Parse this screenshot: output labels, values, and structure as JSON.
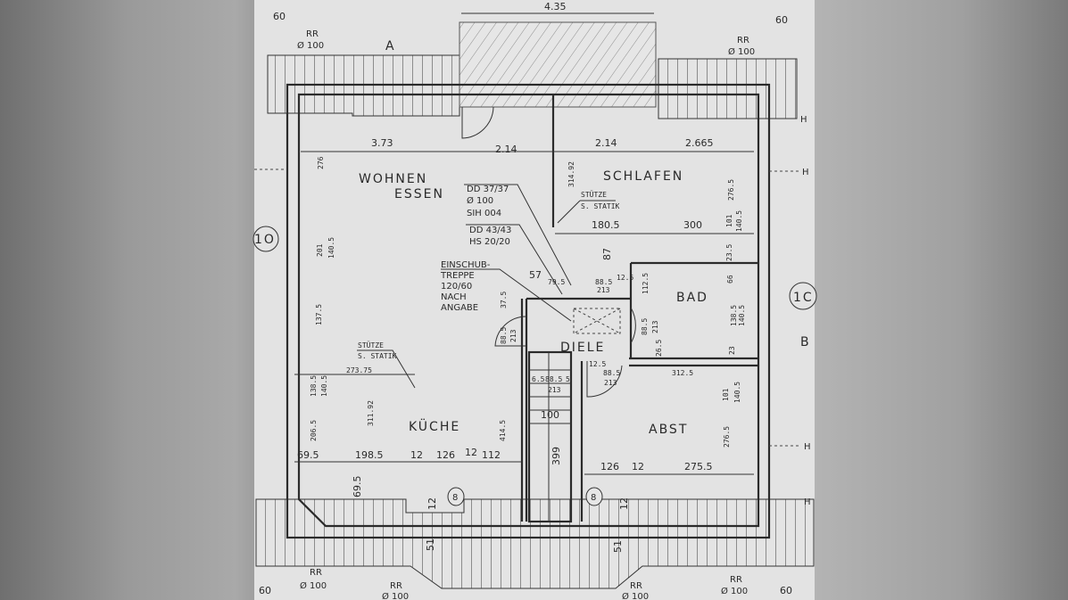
{
  "rooms": {
    "wohnen": "WOHNEN",
    "essen": "ESSEN",
    "schlafen": "SCHLAFEN",
    "bad": "BAD",
    "diele": "DIELE",
    "kueche": "KÜCHE",
    "abst": "ABST"
  },
  "gutters": {
    "rr": "RR",
    "dia": "Ø 100",
    "overhang": "60"
  },
  "balcony_width": "4.35",
  "section_marker": "A",
  "top_dims": [
    "3.73",
    "2.14",
    "2.14",
    "2.665"
  ],
  "notes": {
    "chimney1": [
      "DD 37/37",
      "Ø 100",
      "SIH 004"
    ],
    "chimney2": [
      "DD 43/43",
      "HS 20/20"
    ],
    "stair": [
      "EINSCHUB-",
      "TREPPE",
      "120/60",
      "NACH",
      "ANGABE"
    ],
    "support": [
      "STÜTZE",
      "S. STATIK"
    ]
  },
  "dims": {
    "schlafen_w1": "180.5",
    "schlafen_w2": "300",
    "schlafen_h": "314.92",
    "diele_87": "87",
    "diele_57": "57",
    "diele_79_5": "79.5",
    "door_w": "88.5",
    "door_h": "213",
    "diele_12_5": "12.5",
    "bad_112_5": "112.5",
    "diele_37_5": "37.5",
    "bad_26_5": "26.5",
    "bad_66": "66",
    "bad_138_5": "138.5",
    "win_140_5": "140.5",
    "bad_23": "23",
    "schlafen_276_5": "276.5",
    "win_101": "101",
    "schlafen_23_5": "23.5",
    "left_276": "276",
    "left_201": "201",
    "left_137_5": "137.5",
    "left_273_75": "273.75",
    "left_206_5": "206.5",
    "kueche_311_92": "311.92",
    "kueche_414_5": "414.5",
    "kueche_row": [
      "69.5",
      "198.5",
      "12",
      "126",
      "12",
      "112"
    ],
    "kueche_69_5v": "69.5",
    "stair_6_5": "6.5",
    "stair_5": "5",
    "stair_100": "100",
    "stair_399": "399",
    "abst_312_5": "312.5",
    "abst_276_5": "276.5",
    "abst_row": [
      "126",
      "12",
      "275.5"
    ],
    "bottom_12": "12",
    "bottom_51": "51",
    "window_mark": "8"
  },
  "markers": {
    "left_circle": "1O",
    "right_circle": "1C",
    "right_b": "B",
    "h": "H"
  }
}
